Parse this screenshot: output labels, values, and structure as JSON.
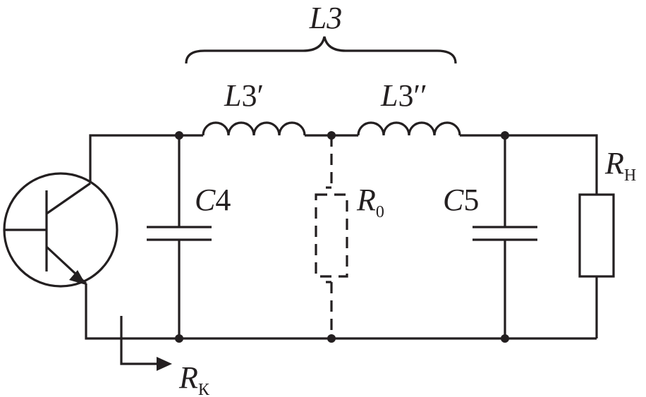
{
  "labels": {
    "L3": "L3",
    "L3p_letter": "L",
    "L3p_num": "3′",
    "L3pp_letter": "L",
    "L3pp_num": "3′′",
    "C4_letter": "C",
    "C4_num": "4",
    "C5_letter": "C",
    "C5_num": "5",
    "R0_letter": "R",
    "R0_sub": "0",
    "RH_letter": "R",
    "RH_sub": "Н",
    "RK_letter": "R",
    "RK_sub": "К"
  },
  "colors": {
    "ink": "#231f20",
    "background": "#ffffff"
  }
}
